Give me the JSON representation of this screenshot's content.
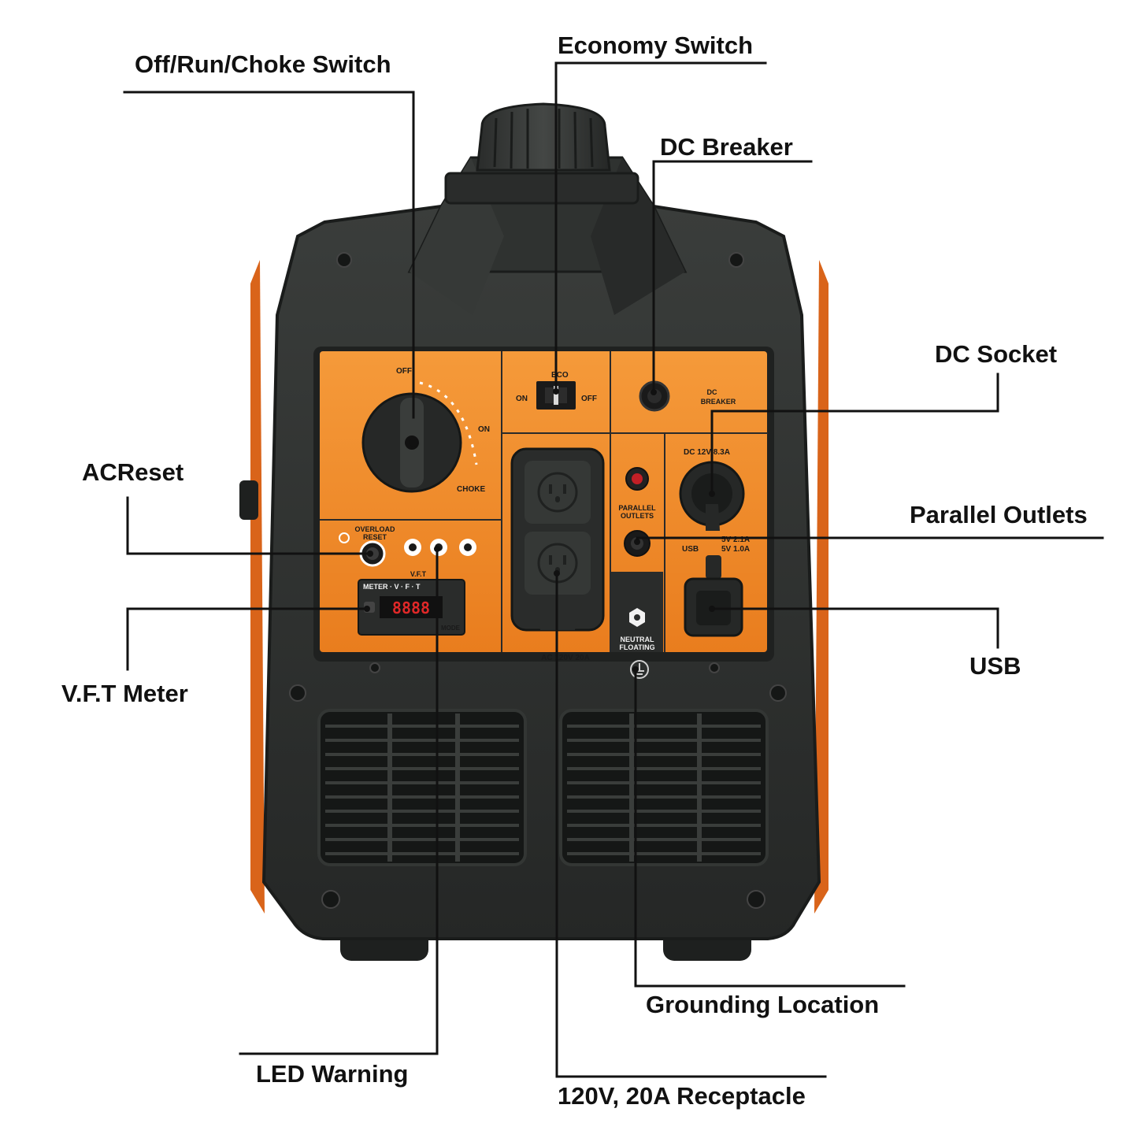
{
  "callouts": {
    "off_run_choke": "Off/Run/Choke Switch",
    "economy_switch": "Economy Switch",
    "dc_breaker": "DC Breaker",
    "dc_socket": "DC Socket",
    "ac_reset": "ACReset",
    "parallel_outlets": "Parallel Outlets",
    "vft_meter": "V.F.T Meter",
    "usb": "USB",
    "grounding_location": "Grounding Location",
    "led_warning": "LED Warning",
    "receptacle": "120V, 20A Receptacle"
  },
  "panel": {
    "off": "OFF",
    "on": "ON",
    "choke": "CHOKE",
    "eco": "ECO",
    "eco_on": "ON",
    "eco_off": "OFF",
    "dc_breaker_line1": "DC",
    "dc_breaker_line2": "BREAKER",
    "dc_rating": "DC 12V 8.3A",
    "parallel_line1": "PARALLEL",
    "parallel_line2": "OUTLETS",
    "usb_label": "USB",
    "usb_rating1": "5V 2.1A",
    "usb_rating2": "5V 1.0A",
    "overload_line1": "OVERLOAD",
    "overload_line2": "RESET",
    "vft": "V.F.T",
    "meter": "METER · V · F · T",
    "meter_digits": "8888",
    "mode": "MODE",
    "neutral_line1": "NEUTRAL",
    "neutral_line2": "FLOATING",
    "ac_rating": "AC 120V 20A"
  },
  "colors": {
    "panel_orange": "#f08a2a",
    "housing": "#2b2e2c",
    "housing_edge": "#1a1c1b",
    "side_orange": "#d9641a",
    "line": "#111111"
  },
  "icons": [
    "knob-icon",
    "screw-icon",
    "outlet-icon",
    "hex-bolt-icon",
    "ground-icon",
    "indicator-led-icon"
  ]
}
